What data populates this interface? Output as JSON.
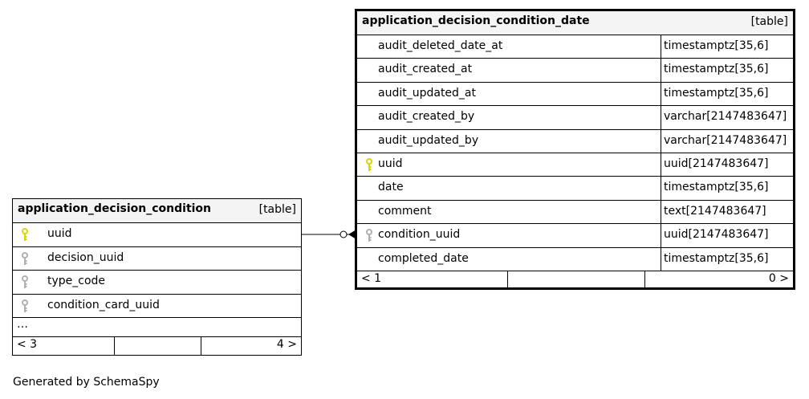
{
  "colors": {
    "primary_key": "#d8d800",
    "foreign_key": "#b0b0b0",
    "header_bg": "#f4f4f4"
  },
  "parent_table": {
    "name": "application_decision_condition",
    "kind": "[table]",
    "columns": [
      {
        "name": "uuid",
        "key": "primary-key-icon"
      },
      {
        "name": "decision_uuid",
        "key": "foreign-key-icon"
      },
      {
        "name": "type_code",
        "key": "foreign-key-icon"
      },
      {
        "name": "condition_card_uuid",
        "key": "foreign-key-icon"
      }
    ],
    "ellipsis": "…",
    "footer_left": "< 3",
    "footer_right": "4 >"
  },
  "child_table": {
    "name": "application_decision_condition_date",
    "kind": "[table]",
    "columns": [
      {
        "name": "audit_deleted_date_at",
        "type": "timestamptz[35,6]",
        "key": ""
      },
      {
        "name": "audit_created_at",
        "type": "timestamptz[35,6]",
        "key": ""
      },
      {
        "name": "audit_updated_at",
        "type": "timestamptz[35,6]",
        "key": ""
      },
      {
        "name": "audit_created_by",
        "type": "varchar[2147483647]",
        "key": ""
      },
      {
        "name": "audit_updated_by",
        "type": "varchar[2147483647]",
        "key": ""
      },
      {
        "name": "uuid",
        "type": "uuid[2147483647]",
        "key": "primary-key-icon"
      },
      {
        "name": "date",
        "type": "timestamptz[35,6]",
        "key": ""
      },
      {
        "name": "comment",
        "type": "text[2147483647]",
        "key": ""
      },
      {
        "name": "condition_uuid",
        "type": "uuid[2147483647]",
        "key": "foreign-key-icon"
      },
      {
        "name": "completed_date",
        "type": "timestamptz[35,6]",
        "key": ""
      }
    ],
    "footer_left": "< 1",
    "footer_right": "0 >"
  },
  "footer_text": "Generated by SchemaSpy"
}
